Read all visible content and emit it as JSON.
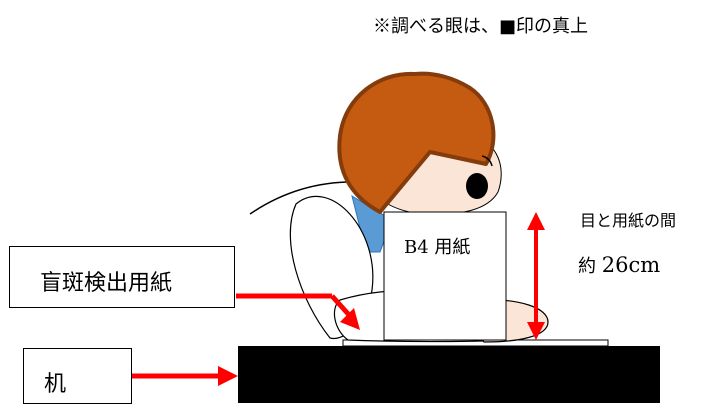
{
  "note": "※調べる眼は、■印の真上",
  "labels": {
    "paper_b4": "B4 用紙",
    "blind_spot_paper": "盲斑検出用紙",
    "desk": "机",
    "distance_title": "目と用紙の間",
    "distance_value_prefix": "約",
    "distance_value": "26cm"
  },
  "colors": {
    "hair": "#c55a11",
    "hair_outline": "#843c0c",
    "skin": "#fbe5d6",
    "arrow": "#ff0000",
    "desk": "#000000",
    "collar": "#5b9bd5"
  }
}
